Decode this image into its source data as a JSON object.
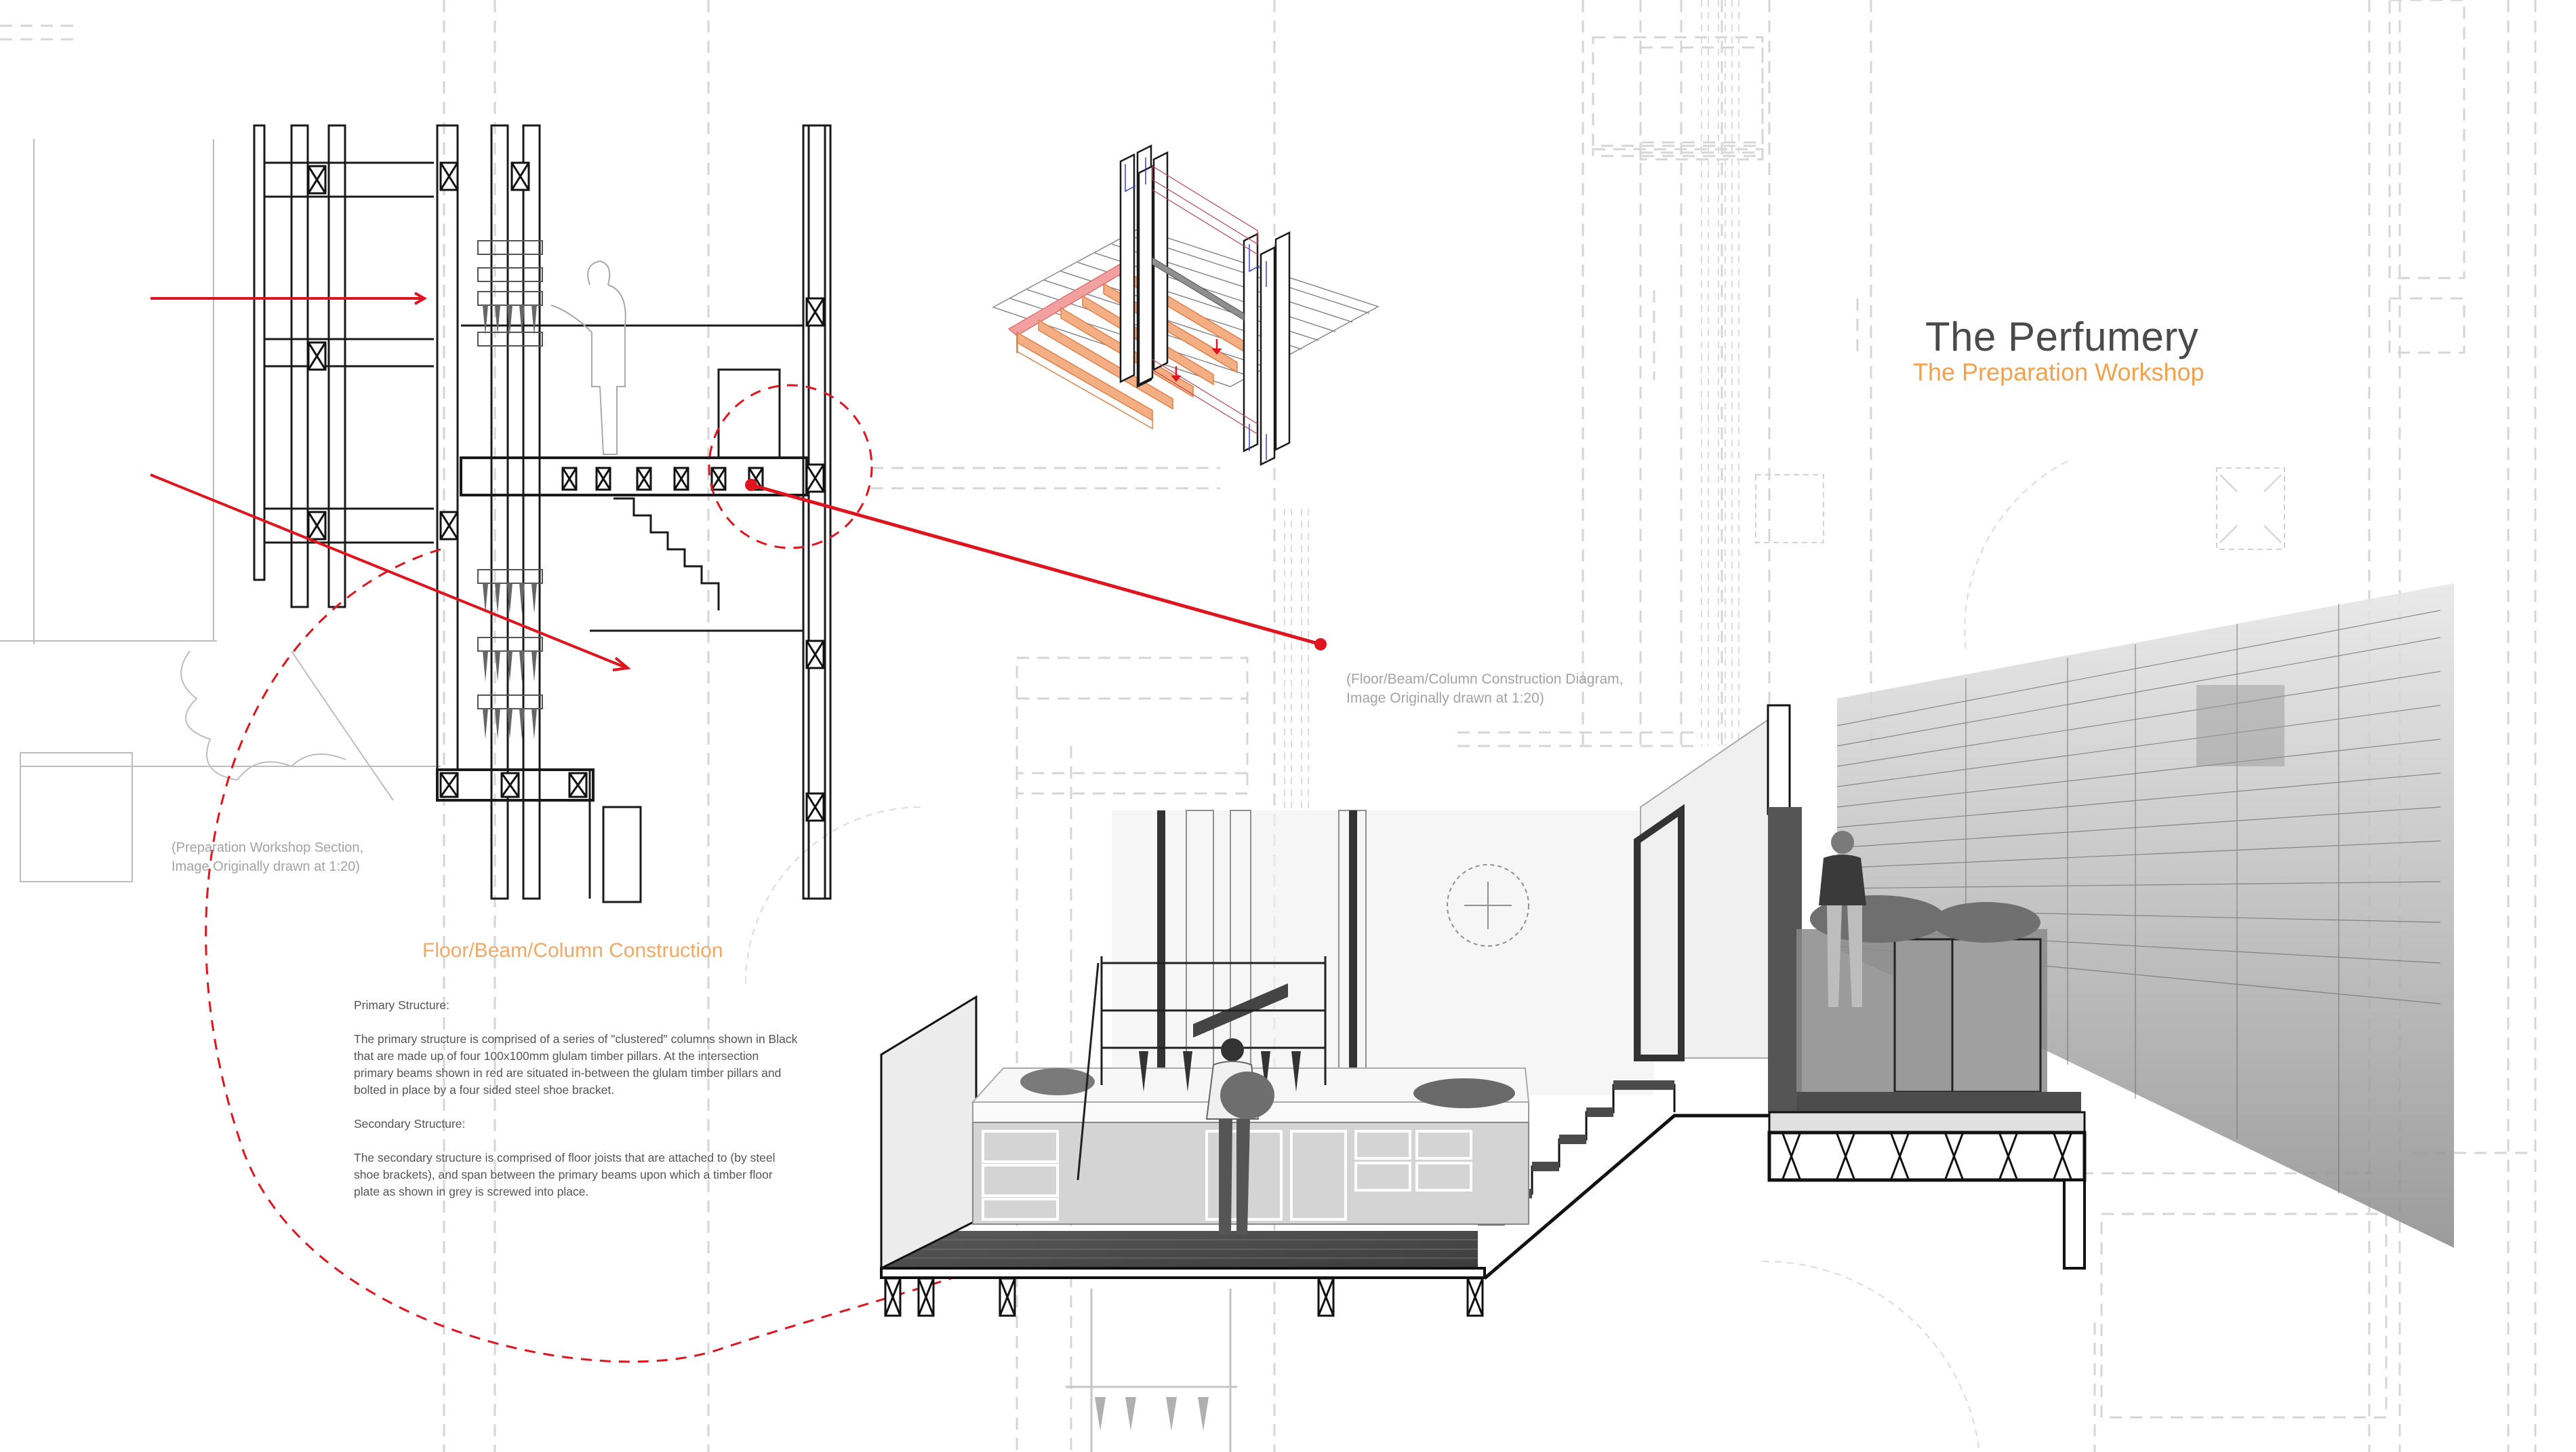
{
  "board": {
    "title": "The Perfumery",
    "subtitle": "The Preparation Workshop",
    "accent_color": "#f0a24f",
    "annotation_color": "#e0141e"
  },
  "captions": {
    "iso_diagram": {
      "line1": "(Floor/Beam/Column Construction Diagram,",
      "line2": "Image Originally drawn at 1:20)"
    },
    "section": {
      "line1": "(Preparation Workshop Section,",
      "line2": "Image Originally drawn at 1:20)"
    }
  },
  "construction_notes": {
    "heading": "Floor/Beam/Column Construction",
    "primary_label": "Primary Structure:",
    "primary_text": "The primary structure is comprised of a series of \"clustered\" columns shown in Black that are made up of four 100x100mm glulam timber pillars. At the intersection primary beams shown in red are situated in-between the glulam timber pillars and bolted in place by a four sided steel shoe bracket.",
    "secondary_label": "Secondary Structure:",
    "secondary_text": "The secondary structure is comprised of floor joists that are attached to (by steel shoe brackets), and span between the primary beams upon which a timber floor plate as shown in grey is screwed into place."
  },
  "drawings": {
    "section": "Preparation Workshop Section",
    "isometric": "Floor/Beam/Column Construction Diagram",
    "perspective_section": "Preparation Workshop perspective section with terrace"
  }
}
